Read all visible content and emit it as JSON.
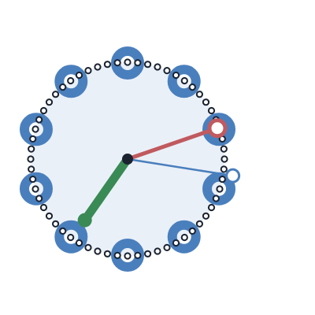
{
  "clock": {
    "face_color": "#eaf0f8",
    "ring_color": "#4a7fbd",
    "bead_color": "#ffffff",
    "bead_stroke": "#1a2230",
    "hub_color": "#1a2230",
    "hour_marker_count": 10,
    "bead_count": 60
  },
  "hands": [
    {
      "name": "hand-green",
      "role": "thick hand",
      "color": "#3a8a55",
      "angle_deg": 215,
      "length_fraction": 0.77,
      "tip": "dot"
    },
    {
      "name": "hand-red",
      "role": "medium hand",
      "color": "#c05a5f",
      "angle_deg": 71,
      "length_fraction": 0.98,
      "tip": "ring"
    },
    {
      "name": "hand-blue",
      "role": "thin hand",
      "color": "#4a7fbd",
      "angle_deg": 99,
      "length_fraction": 1.1,
      "tip": "ring"
    }
  ]
}
